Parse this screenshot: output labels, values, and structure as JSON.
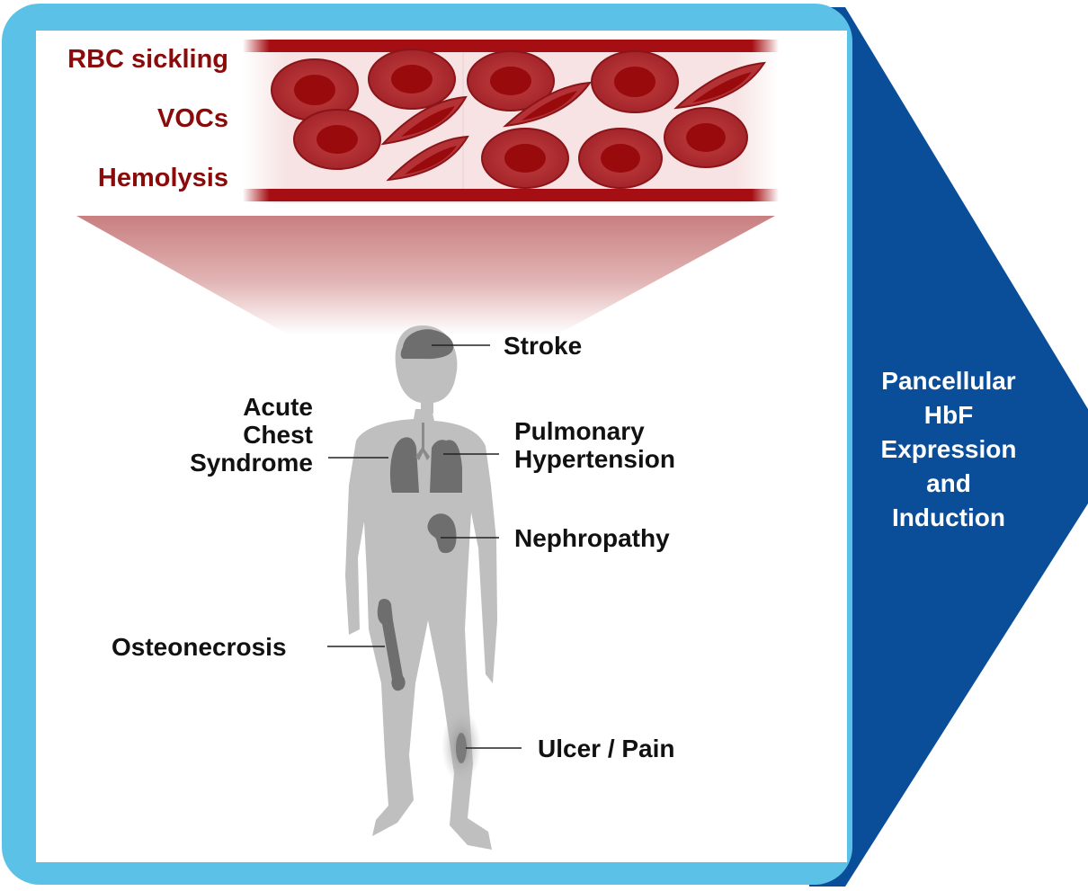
{
  "pathology_labels": {
    "sickling": "RBC sickling",
    "vocs": "VOCs",
    "hemolysis": "Hemolysis"
  },
  "organ_labels": {
    "stroke": "Stroke",
    "acs": [
      "Acute",
      "Chest",
      "Syndrome"
    ],
    "pulmonary": [
      "Pulmonary",
      "Hypertension"
    ],
    "nephropathy": "Nephropathy",
    "osteonecrosis": "Osteonecrosis",
    "ulcer": "Ulcer / Pain"
  },
  "intervention": {
    "lines": [
      "Pancellular",
      "HbF",
      "Expression",
      "and",
      "Induction"
    ]
  },
  "colors": {
    "frame_light_blue": "#5bc1e6",
    "arrow_dark_blue": "#0a4e9a",
    "label_dark_red": "#8b0a0a",
    "cell_red": "#a8282c",
    "body_gray": "#bfbfbf",
    "organ_gray": "#6e6e6e"
  }
}
